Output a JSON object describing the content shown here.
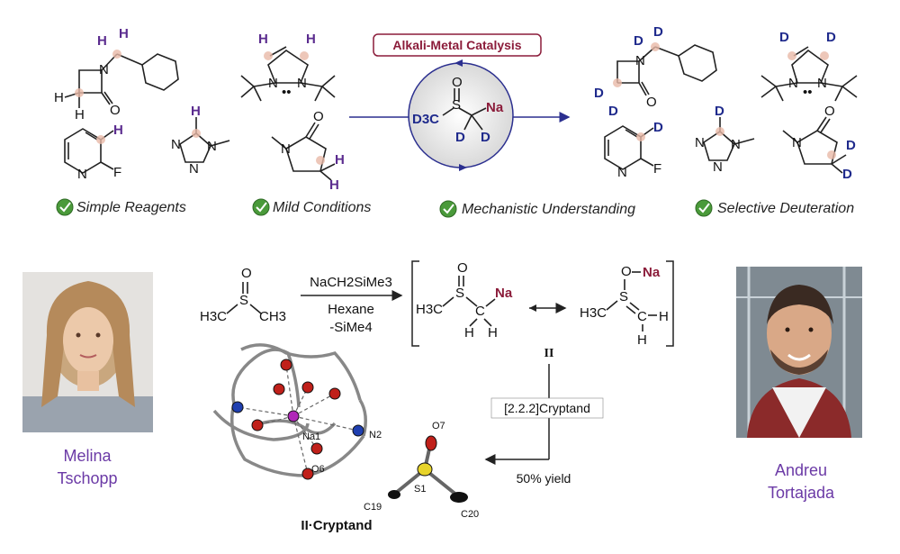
{
  "catalysis_badge": "Alkali-Metal Catalysis",
  "features": [
    "Simple Reagents",
    "Mild Conditions",
    "Mechanistic Understanding",
    "Selective Deuteration"
  ],
  "labels": {
    "H": "H",
    "D": "D",
    "N": "N",
    "O": "O",
    "F": "F",
    "S": "S",
    "Na": "Na",
    "D3C": "D3C"
  },
  "reaction": {
    "reagent": "NaCH2SiMe3",
    "solvent": "Hexane",
    "byproduct": "-SiMe4",
    "intermediate_label": "II",
    "cryptand_reagent": "[2.2.2]Cryptand",
    "yield": "50% yield",
    "product_label": "II·Cryptand",
    "h3c": "H3C",
    "ch3": "CH3"
  },
  "crystal_atoms": [
    "Na1",
    "N2",
    "O6",
    "O7",
    "S1",
    "C19",
    "C20"
  ],
  "people": [
    {
      "first": "Melina",
      "last": "Tschopp"
    },
    {
      "first": "Andreu",
      "last": "Tortajada"
    }
  ],
  "colors": {
    "accent": "#6b3aa6",
    "deuterium": "#1f2a8c",
    "sodium": "#8b1c3a",
    "check": "#4a9a3a"
  }
}
